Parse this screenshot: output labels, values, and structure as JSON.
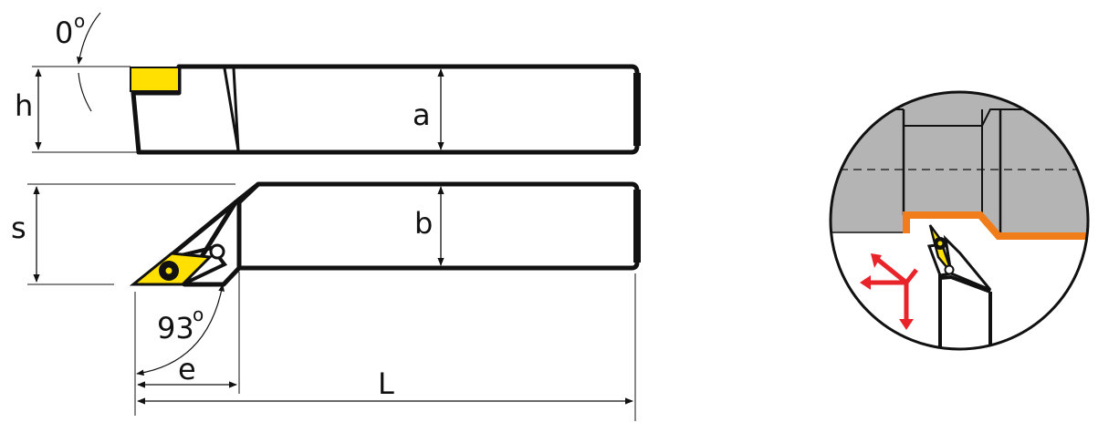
{
  "labels": {
    "angle_top": "0",
    "angle_top_unit": "o",
    "h": "h",
    "a": "a",
    "s": "s",
    "b": "b",
    "angle_bottom": "93",
    "angle_bottom_unit": "o",
    "e": "e",
    "L": "L"
  },
  "colors": {
    "insert": "#ffe000",
    "shim_profile": "#f07d1a",
    "workpiece": "#b4b4b4",
    "feed_arrows": "#e8232a",
    "outline": "#111111"
  },
  "icons": {
    "feed_directions": "red-arrow-feed-directions-icon"
  }
}
